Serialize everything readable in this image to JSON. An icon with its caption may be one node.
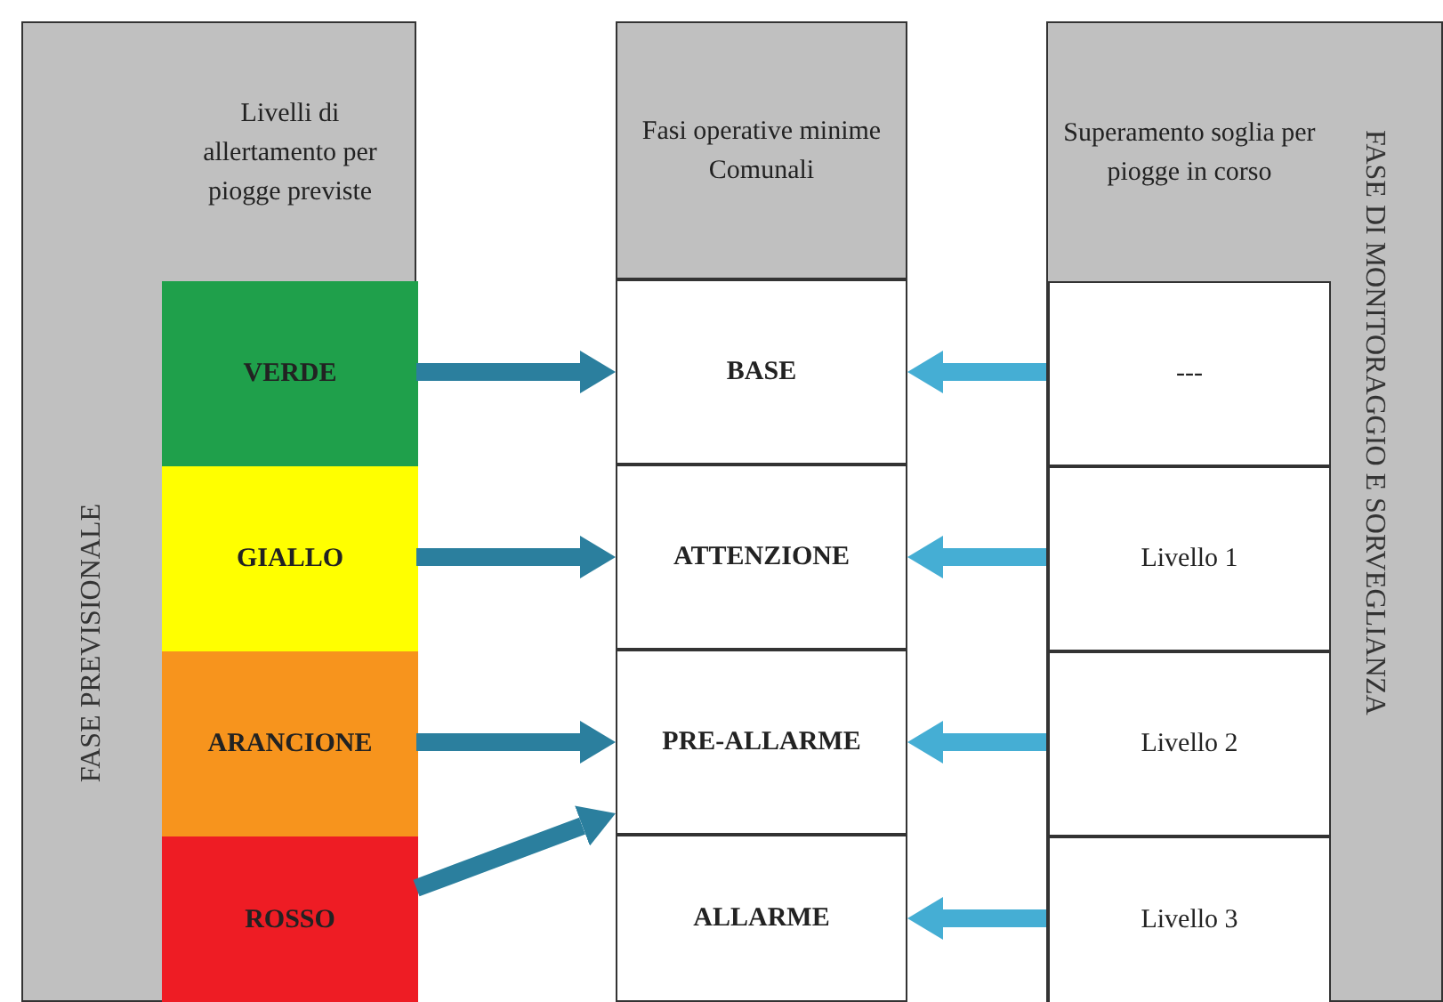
{
  "diagram": {
    "nodes": [
      {
        "text": [
          "Livelli di allertamento per piogge previste",
          "FASE PREVISIONALE"
        ]
      },
      {
        "text": [
          "VERDE"
        ],
        "in": 0
      },
      {
        "text": [
          "GIALLO"
        ],
        "in": 0
      },
      {
        "text": [
          "ARANCIONE"
        ],
        "in": 0
      },
      {
        "text": [
          "ROSSO"
        ],
        "in": 0
      },
      {
        "text": [
          "Fasi operative minime Comunali"
        ]
      },
      {
        "text": [
          "BASE"
        ]
      },
      {
        "text": [
          "ATTENZIONE"
        ]
      },
      {
        "text": [
          "PRE-ALLARME"
        ]
      },
      {
        "text": [
          "ALLARME"
        ]
      },
      {
        "text": [
          "Superamento soglia per piogge in corso",
          "FASE DI MONITORAGGIO E SORVEGLIANZA"
        ]
      },
      {
        "text": [
          "---"
        ],
        "in": 10
      },
      {
        "text": [
          "Livello 1"
        ],
        "in": 10
      },
      {
        "text": [
          "Livello 2"
        ],
        "in": 10
      },
      {
        "text": [
          "Livello 3"
        ],
        "in": 10
      }
    ],
    "edges": [
      {
        "from": 1,
        "to": 6,
        "arrow": "to",
        "color": "#2b7f9e"
      },
      {
        "from": 2,
        "to": 7,
        "arrow": "to",
        "color": "#2b7f9e"
      },
      {
        "from": 3,
        "to": 8,
        "arrow": "to",
        "color": "#2b7f9e"
      },
      {
        "from": 4,
        "to": 8,
        "arrow": "to",
        "color": "#2b7f9e"
      },
      {
        "from": 11,
        "to": 6,
        "arrow": "to",
        "color": "#45aed4"
      },
      {
        "from": 12,
        "to": 7,
        "arrow": "to",
        "color": "#45aed4"
      },
      {
        "from": 13,
        "to": 8,
        "arrow": "to",
        "color": "#45aed4"
      },
      {
        "from": 14,
        "to": 9,
        "arrow": "to",
        "color": "#45aed4"
      }
    ]
  }
}
